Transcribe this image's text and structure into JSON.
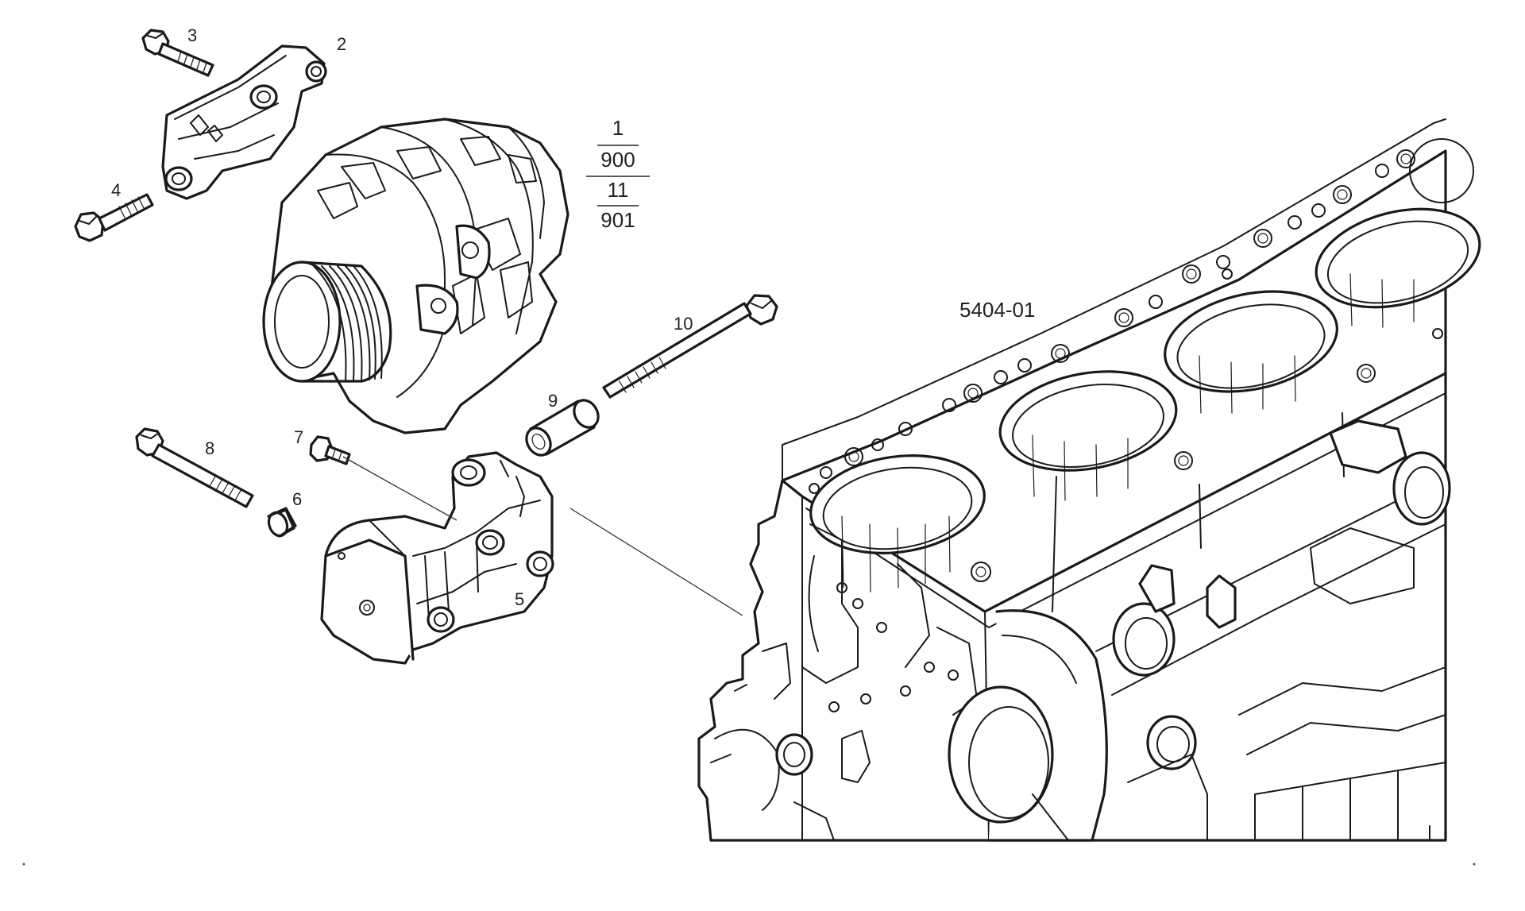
{
  "drawing_ref": "5404-01",
  "reference_block": {
    "upper": {
      "numerator": "1",
      "denominator": "900"
    },
    "lower": {
      "numerator": "11",
      "denominator": "901"
    }
  },
  "callouts": {
    "c2": "2",
    "c3": "3",
    "c4": "4",
    "c5": "5",
    "c6": "6",
    "c7": "7",
    "c8": "8",
    "c9": "9",
    "c10": "10"
  },
  "colors": {
    "line": "#1a1a1a",
    "background": "#ffffff"
  }
}
